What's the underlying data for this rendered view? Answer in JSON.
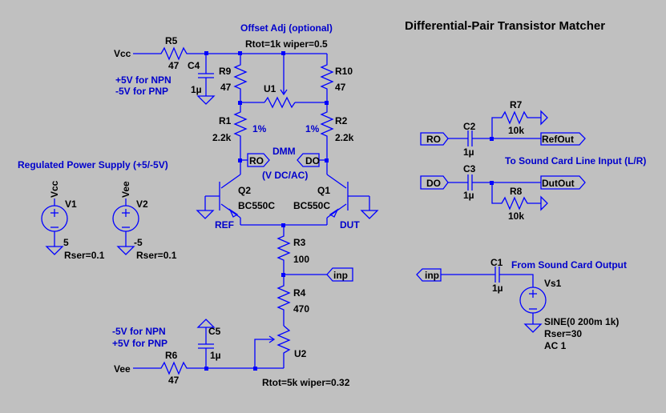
{
  "title": "Differential-Pair Transistor Matcher",
  "notes": {
    "offset_adj": "Offset Adj (optional)",
    "npn_pos": "+5V for NPN",
    "pnp_neg": "-5V for PNP",
    "npn_neg": "-5V for NPN",
    "pnp_pos": "+5V for PNP",
    "power_supply": "Regulated Power Supply (+5/-5V)",
    "dmm": "DMM",
    "dmm_mode": "(V DC/AC)",
    "ref": "REF",
    "dut": "DUT",
    "r1_tol": "1%",
    "r2_tol": "1%",
    "sound_in": "To Sound Card Line Input (L/R)",
    "sound_out": "From Sound Card Output"
  },
  "components": {
    "R5": {
      "name": "R5",
      "value": "47"
    },
    "R6": {
      "name": "R6",
      "value": "47"
    },
    "R9": {
      "name": "R9",
      "value": "47"
    },
    "R10": {
      "name": "R10",
      "value": "47"
    },
    "R1": {
      "name": "R1",
      "value": "2.2k"
    },
    "R2": {
      "name": "R2",
      "value": "2.2k"
    },
    "R3": {
      "name": "R3",
      "value": "100"
    },
    "R4": {
      "name": "R4",
      "value": "470"
    },
    "R7": {
      "name": "R7",
      "value": "10k"
    },
    "R8": {
      "name": "R8",
      "value": "10k"
    },
    "C1": {
      "name": "C1",
      "value": "1µ"
    },
    "C2": {
      "name": "C2",
      "value": "1µ"
    },
    "C3": {
      "name": "C3",
      "value": "1µ"
    },
    "C4": {
      "name": "C4",
      "value": "1µ"
    },
    "C5": {
      "name": "C5",
      "value": "1µ"
    },
    "U1": {
      "name": "U1",
      "value": "Rtot=1k wiper=0.5"
    },
    "U2": {
      "name": "U2",
      "value": "Rtot=5k wiper=0.32"
    },
    "Q1": {
      "name": "Q1",
      "value": "BC550C"
    },
    "Q2": {
      "name": "Q2",
      "value": "BC550C"
    },
    "V1": {
      "name": "V1",
      "value": "5",
      "rser": "Rser=0.1",
      "net": "Vcc"
    },
    "V2": {
      "name": "V2",
      "value": "-5",
      "rser": "Rser=0.1",
      "net": "Vee"
    },
    "Vs1": {
      "name": "Vs1",
      "value": "SINE(0 200m 1k)",
      "rser": "Rser=30",
      "ac": "AC 1"
    }
  },
  "nets": {
    "vcc": "Vcc",
    "vee": "Vee",
    "ro": "RO",
    "do": "DO",
    "refout": "RefOut",
    "dutout": "DutOut",
    "inp": "inp"
  }
}
